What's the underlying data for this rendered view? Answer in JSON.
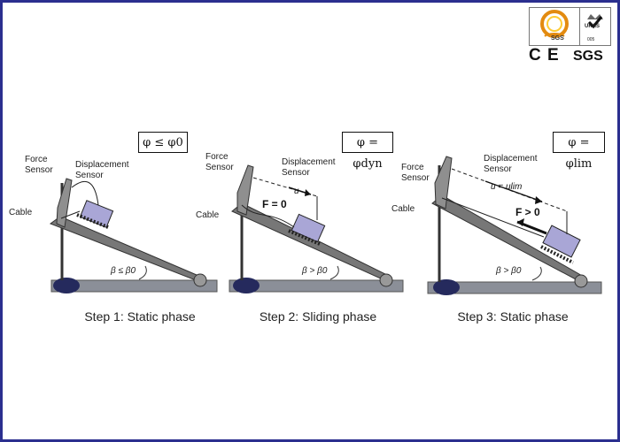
{
  "certs": {
    "sgs_small": "SGS",
    "ukas": "UKAS",
    "ukas_number": "005",
    "ce": "C E",
    "sgs": "SGS"
  },
  "labels": {
    "force_sensor_1": "Force",
    "force_sensor_2": "Sensor",
    "disp_sensor_1": "Displacement",
    "disp_sensor_2": "Sensor",
    "cable": "Cable"
  },
  "steps": [
    {
      "title": "Step 1: Static phase",
      "condition": "φ ≤ φ0",
      "angle": "β ≤ β0",
      "force": "",
      "displacement": ""
    },
    {
      "title": "Step 2: Sliding phase",
      "condition": "φ = φdyn",
      "angle": "β > β0",
      "force": "F = 0",
      "displacement": "u"
    },
    {
      "title": "Step 3: Static phase",
      "condition": "φ = φlim",
      "angle": "β > β0",
      "force": "F > 0",
      "displacement": "u = ulim"
    }
  ],
  "colors": {
    "frame": "#2b2f8f",
    "block": "#a9a6d6",
    "base": "#8b8f98",
    "roller": "#252a5d"
  }
}
